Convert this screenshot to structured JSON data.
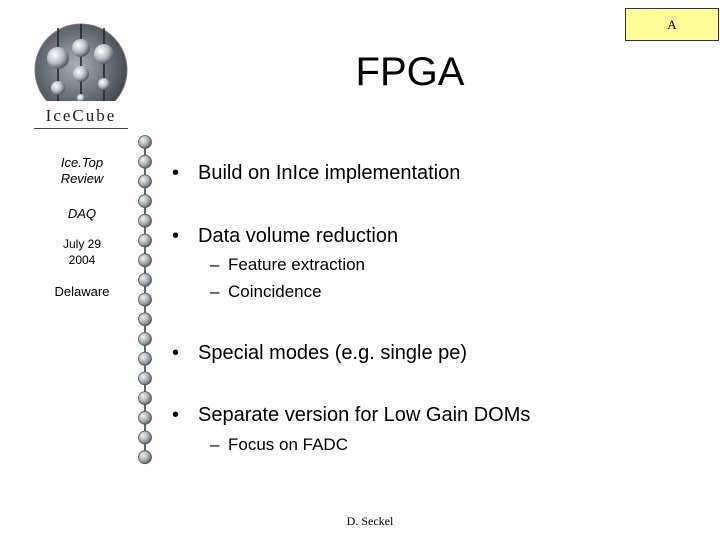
{
  "corner_tag": "A",
  "logo": {
    "text": "IceCube"
  },
  "slide": {
    "title": "FPGA"
  },
  "sidebar": {
    "line1": "Ice.Top",
    "line2": "Review",
    "line3": "DAQ",
    "line4": "July 29",
    "line5": "2004",
    "line6": "Delaware"
  },
  "bullets": [
    {
      "text": "Build on InIce implementation",
      "subs": []
    },
    {
      "text": "Data volume reduction",
      "subs": [
        "Feature extraction",
        "Coincidence"
      ]
    },
    {
      "text": "Special modes (e.g. single pe)",
      "subs": []
    },
    {
      "text": "Separate version for Low Gain DOMs",
      "subs": [
        "Focus on FADC"
      ]
    }
  ],
  "markers": {
    "bullet": "•",
    "sub": "–"
  },
  "footer": {
    "author": "D. Seckel"
  }
}
